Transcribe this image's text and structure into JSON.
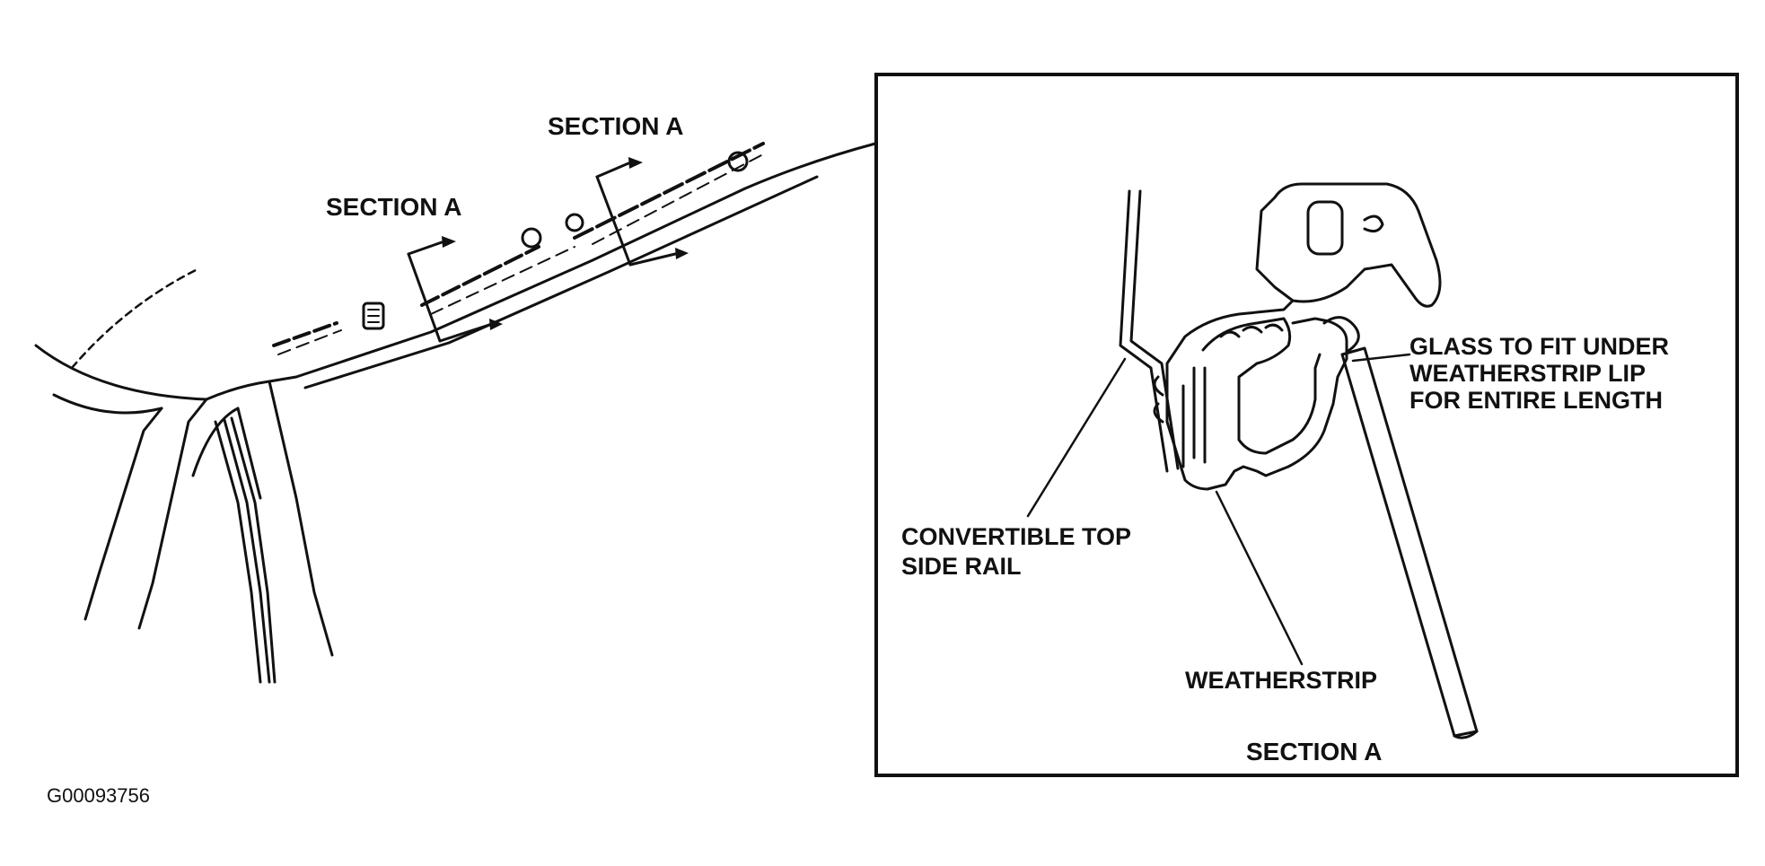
{
  "figure_id": "G00093756",
  "overview": {
    "section_label_upper": "SECTION A",
    "section_label_lower": "SECTION A"
  },
  "detail": {
    "title": "SECTION A",
    "callouts": {
      "side_rail_line1": "CONVERTIBLE TOP",
      "side_rail_line2": "SIDE RAIL",
      "weatherstrip": "WEATHERSTRIP",
      "glass_line1": "GLASS TO FIT UNDER",
      "glass_line2": "WEATHERSTRIP LIP",
      "glass_line3": "FOR ENTIRE LENGTH"
    }
  },
  "colors": {
    "ink": "#111111",
    "background": "#ffffff"
  }
}
